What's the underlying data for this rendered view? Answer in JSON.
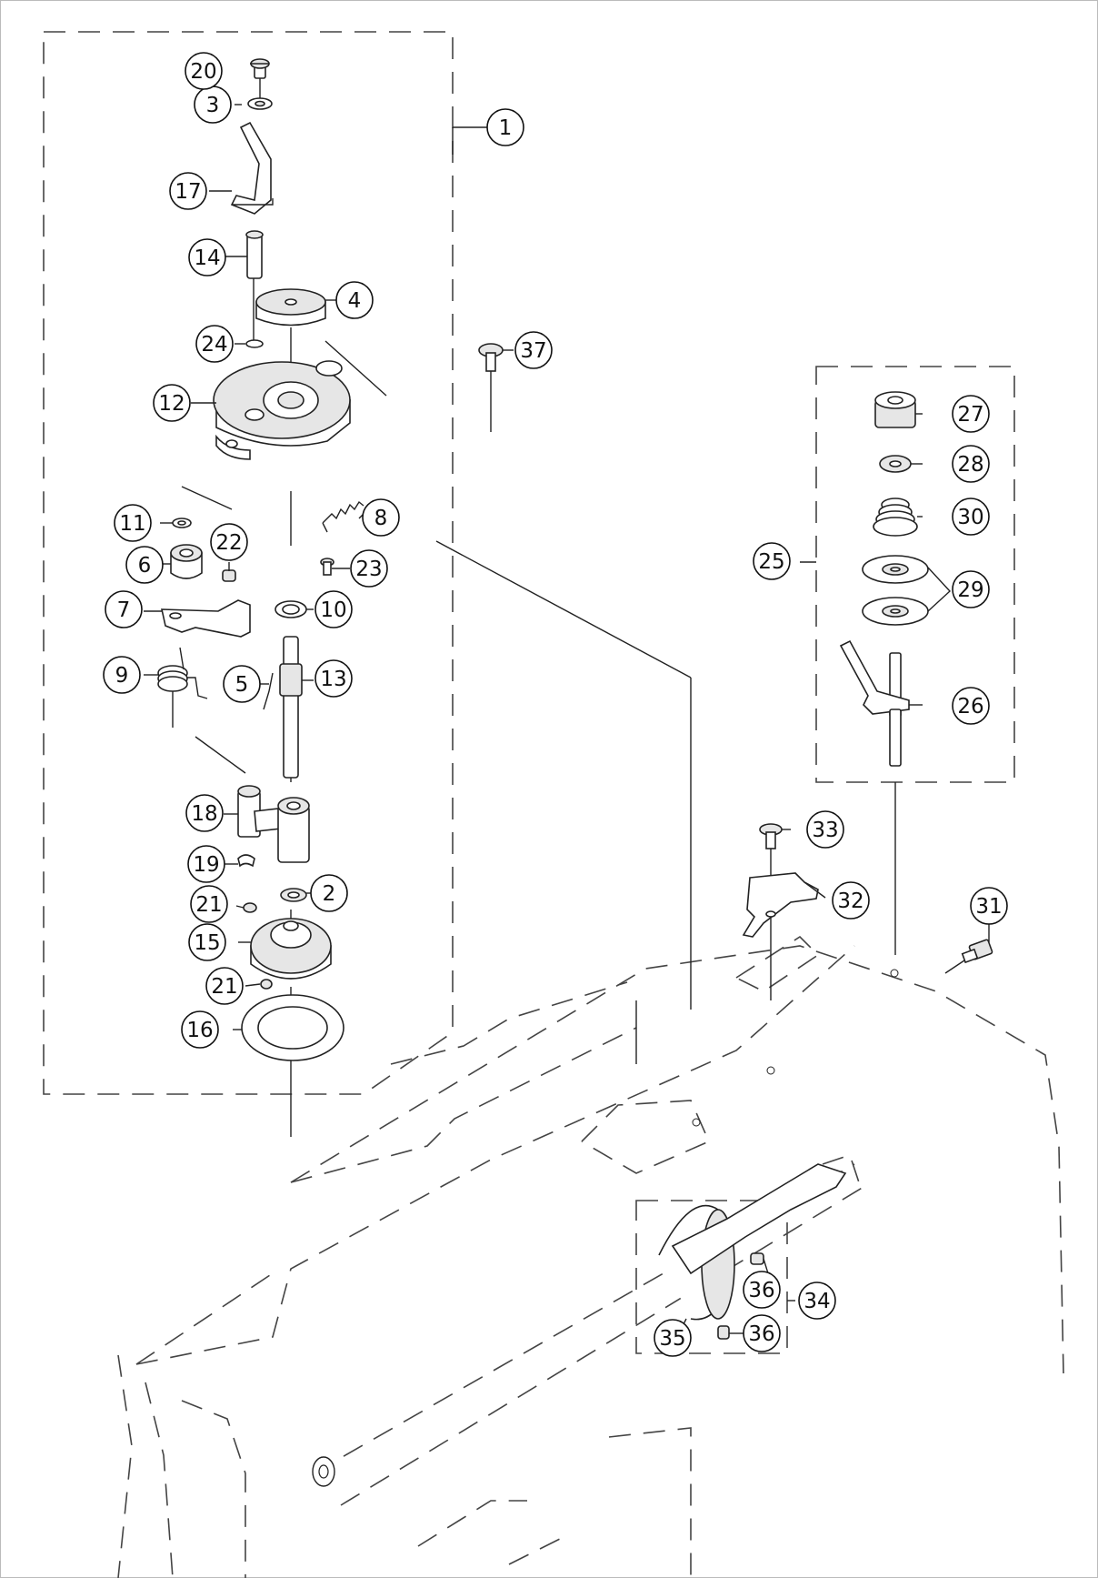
{
  "diagram": {
    "callouts": [
      "1",
      "2",
      "3",
      "4",
      "5",
      "6",
      "7",
      "8",
      "9",
      "10",
      "11",
      "12",
      "13",
      "14",
      "15",
      "16",
      "17",
      "18",
      "19",
      "20",
      "21",
      "21",
      "22",
      "23",
      "24",
      "25",
      "26",
      "27",
      "28",
      "29",
      "30",
      "31",
      "32",
      "33",
      "34",
      "35",
      "36",
      "36",
      "37"
    ]
  }
}
